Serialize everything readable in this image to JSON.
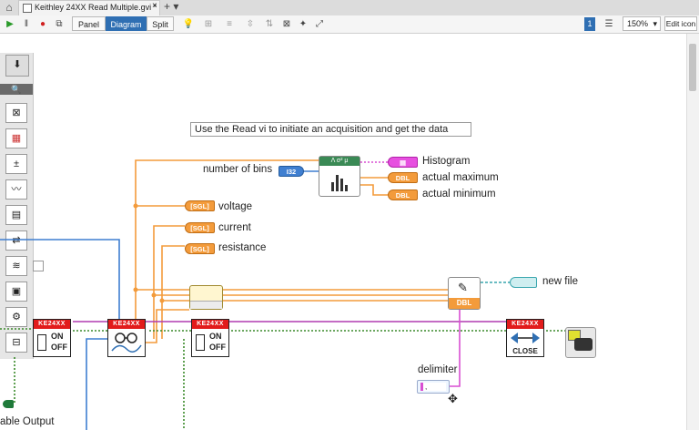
{
  "tab": {
    "title": "Keithley 24XX Read Multiple.gvi *",
    "close": "×",
    "new": "+ ▾"
  },
  "toolbar": {
    "run": "▶",
    "pause": "‖",
    "abort": "●",
    "step": "⧉",
    "panel": "Panel",
    "diagram": "Diagram",
    "split": "Split",
    "zoom": "150%",
    "zoom_arrow": "▾",
    "edit_icon": "Edit icon",
    "icons": {
      "home": "⌂",
      "bulb": "💡",
      "align": "⊞",
      "distribute": "≡",
      "order": "⇳",
      "reorder": "⇅",
      "cleanup": "⊠",
      "sparkle": "✦",
      "fit": "⤢",
      "context": "1",
      "list": "☰"
    }
  },
  "palette": {
    "search": "🔍",
    "items": [
      "⬇",
      "⊠",
      "▦",
      "±",
      "〰",
      "▤",
      "⇄",
      "≋",
      "▣",
      "⚙",
      "⊟"
    ]
  },
  "diagram": {
    "comment": "Use the Read vi to initiate an acquisition and get the data",
    "labels": {
      "number_of_bins": "number of bins",
      "histogram": "Histogram",
      "actual_maximum": "actual maximum",
      "actual_minimum": "actual minimum",
      "voltage": "voltage",
      "current": "current",
      "resistance": "resistance",
      "new_file": "new file",
      "delimiter": "delimiter",
      "enable_output": "able Output"
    },
    "terminals": {
      "i32": "I32",
      "sgl": "[SGL]",
      "dbl": "DBL",
      "hist": "▤"
    },
    "keithley": {
      "header": "KE24XX",
      "on": "ON",
      "off": "OFF",
      "close": "CLOSE"
    },
    "colors": {
      "orange_wire": "#f39b3b",
      "pink_wire": "#d94fd2",
      "blue_wire": "#3f7fd1",
      "green_wire": "#3a8a2a",
      "keithley_red": "#e21b1b"
    }
  }
}
